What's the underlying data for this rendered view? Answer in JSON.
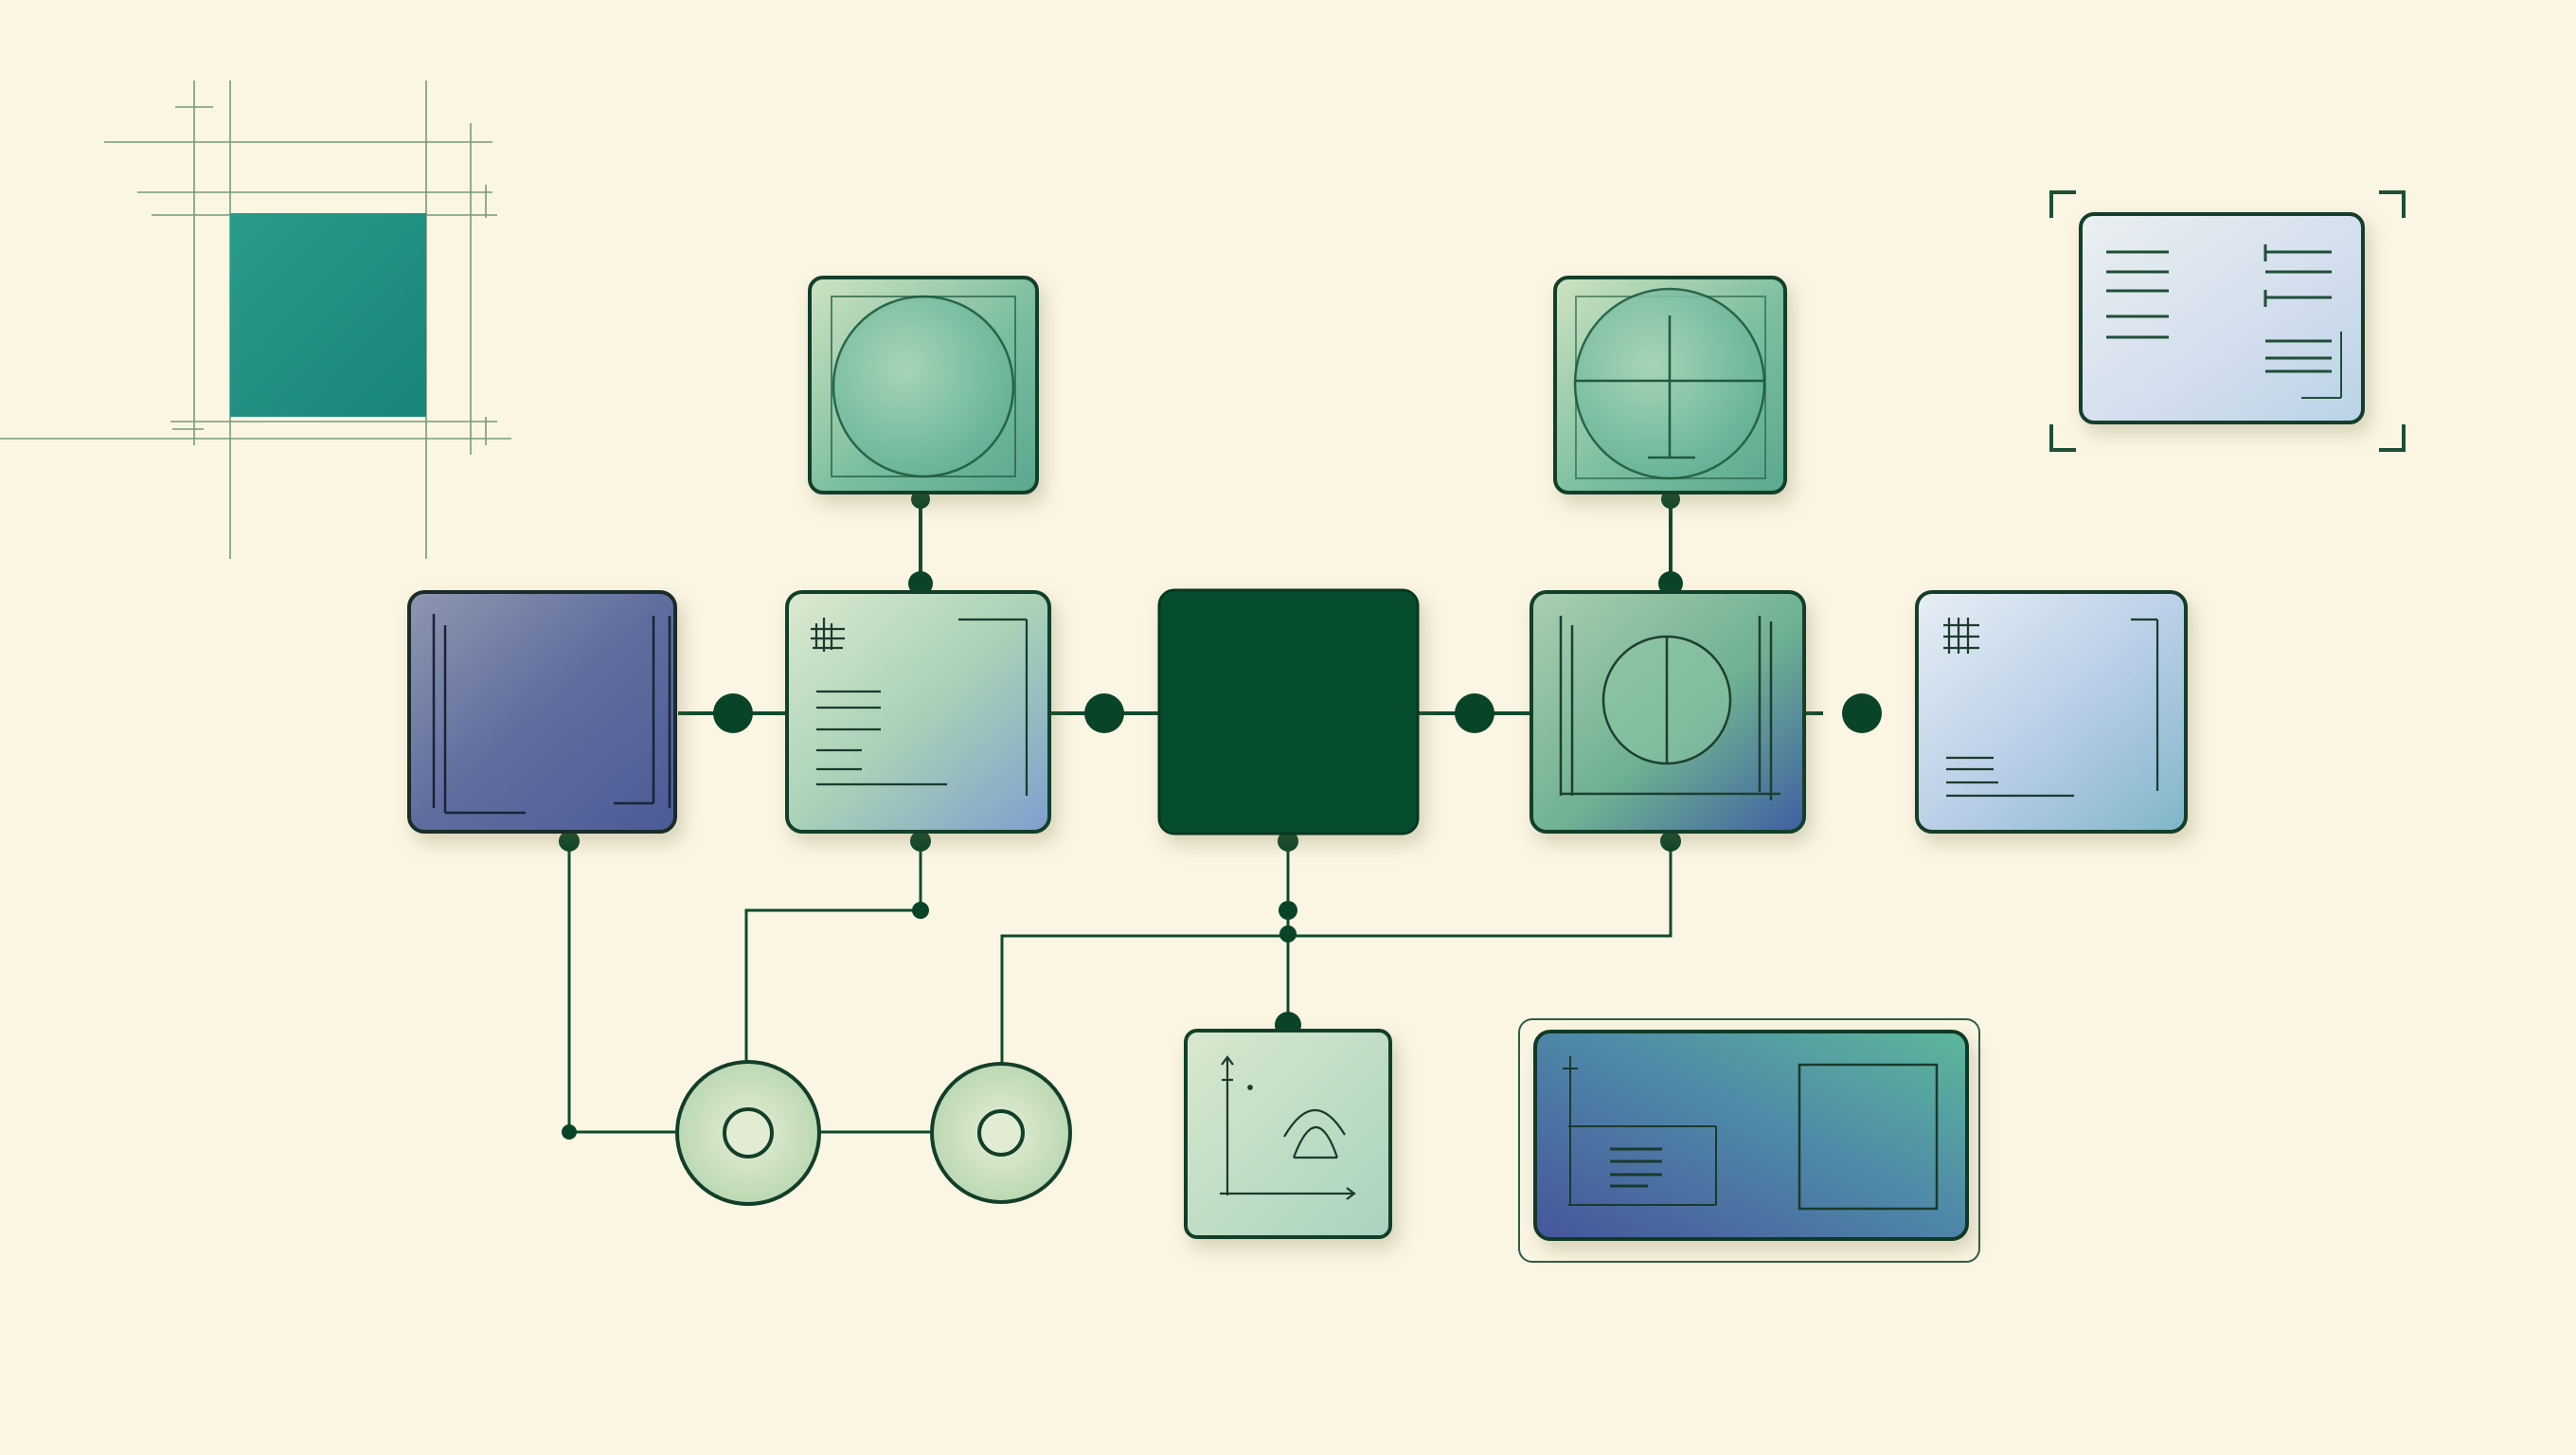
{
  "palette": {
    "background": "#fbf6e3",
    "line": "#0f4a2e",
    "dark_green": "#064d2d",
    "teal": "#239a86",
    "mint": "#cfe5c3",
    "slate_blue": "#4d5f98",
    "periwinkle": "#9fb5d9"
  },
  "diagram": {
    "nodes": [
      {
        "name": "top-left-teal-square",
        "kind": "square"
      },
      {
        "name": "top-node-circle",
        "kind": "box",
        "icon": "circle-icon"
      },
      {
        "name": "top-node-globe",
        "kind": "box",
        "icon": "globe-icon"
      },
      {
        "name": "top-right-framed-card",
        "kind": "card",
        "icon": "list-columns-icon"
      },
      {
        "name": "node-slate-bracket",
        "kind": "box",
        "icon": "bracket-icon"
      },
      {
        "name": "node-grid-list",
        "kind": "box",
        "icon": "grid-list-icon"
      },
      {
        "name": "node-dark-central",
        "kind": "box"
      },
      {
        "name": "node-circle-split",
        "kind": "box",
        "icon": "split-circle-icon"
      },
      {
        "name": "node-blue-grid",
        "kind": "box",
        "icon": "grid-list-icon"
      },
      {
        "name": "ring-node-1",
        "kind": "ring"
      },
      {
        "name": "ring-node-2",
        "kind": "ring"
      },
      {
        "name": "node-chart",
        "kind": "box",
        "icon": "curve-chart-icon"
      },
      {
        "name": "wide-gradient-panel",
        "kind": "panel",
        "icon": "panel-layout-icon"
      }
    ]
  }
}
